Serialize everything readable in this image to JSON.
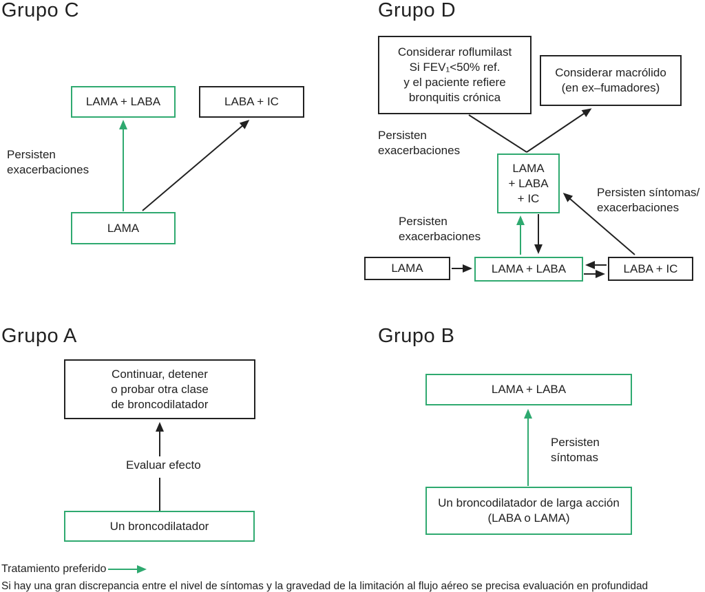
{
  "colors": {
    "accent_green": "#2ea96f",
    "ink": "#212121"
  },
  "groups": {
    "c": {
      "title": "Grupo C",
      "box_lama_laba": "LAMA + LABA",
      "box_laba_ic": "LABA + IC",
      "box_lama": "LAMA",
      "label_exacerbaciones": "Persisten\nexacerbaciones"
    },
    "d": {
      "title": "Grupo D",
      "box_roflumilast": "Considerar roflumilast\nSi FEV₁<50% ref.\ny el paciente refiere\nbronquitis crónica",
      "box_macrolido": "Considerar macrólido\n(en ex–fumadores)",
      "box_lama_laba_ic": "LAMA\n+ LABA\n+ IC",
      "box_lama": "LAMA",
      "box_lama_laba": "LAMA + LABA",
      "box_laba_ic": "LABA + IC",
      "label_exacerbaciones_top": "Persisten\nexacerbaciones",
      "label_sintomas_exacerbaciones": "Persisten síntomas/\nexacerbaciones",
      "label_exacerbaciones_mid": "Persisten\nexacerbaciones"
    },
    "a": {
      "title": "Grupo A",
      "box_continuar": "Continuar, detener\no probar otra clase\nde broncodilatador",
      "label_evaluar": "Evaluar efecto",
      "box_broncodilatador": "Un broncodilatador"
    },
    "b": {
      "title": "Grupo B",
      "box_lama_laba": "LAMA + LABA",
      "label_sintomas": "Persisten\nsíntomas",
      "box_larga_accion": "Un broncodilatador de larga acción\n(LABA o LAMA)"
    }
  },
  "legend": {
    "preferred_treatment": "Tratamiento preferido",
    "arrow_icon": "green-right-arrow"
  },
  "footer": "Si hay una gran discrepancia entre el nivel de síntomas y la gravedad de la limitación al flujo aéreo se precisa evaluación en profundidad"
}
